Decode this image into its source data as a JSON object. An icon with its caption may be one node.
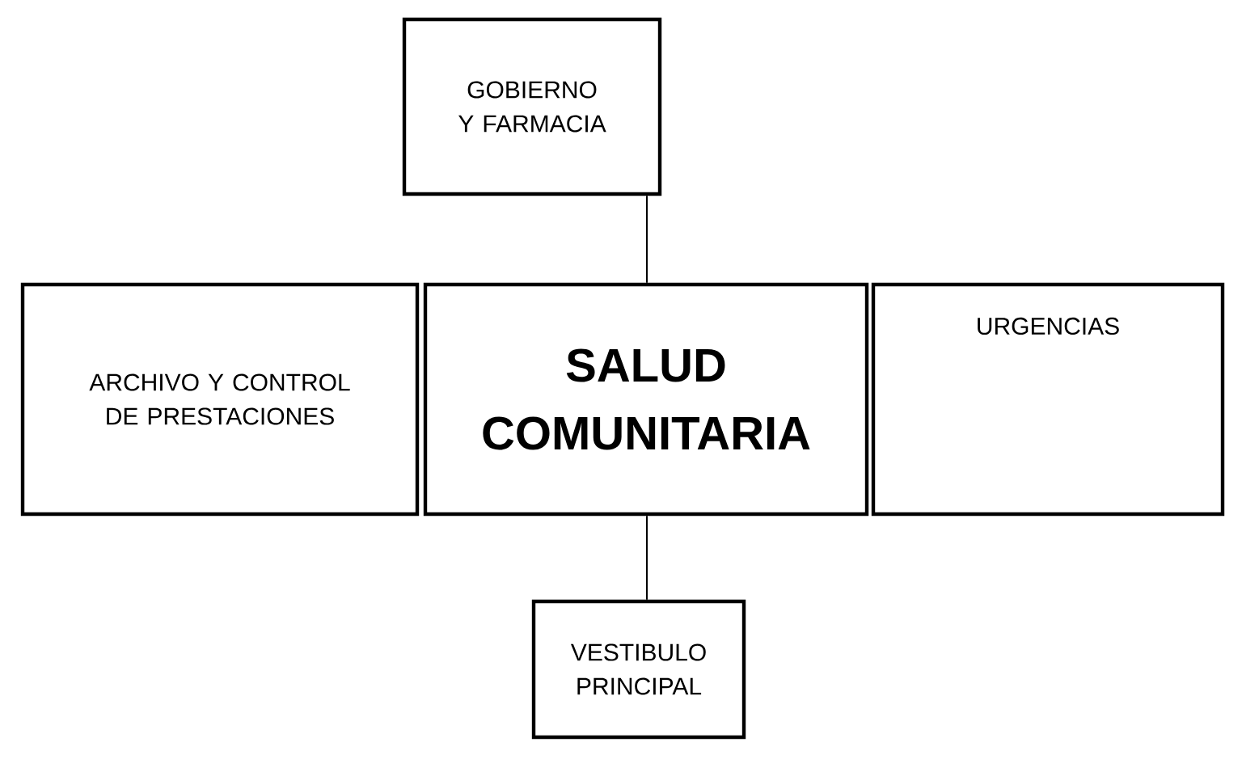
{
  "diagram": {
    "nodes": [
      {
        "text": [
          "GOBIERNO Y FARMACIA"
        ]
      },
      {
        "text": [
          "ARCHIVO Y CONTROL DE PRESTACIONES"
        ]
      },
      {
        "text": [
          "SALUD COMUNITARIA"
        ]
      },
      {
        "text": [
          "URGENCIAS"
        ]
      },
      {
        "text": [
          "VESTIBULO PRINCIPAL"
        ]
      }
    ],
    "edges": [
      {
        "from": 0,
        "to": 2,
        "arrow": "none"
      },
      {
        "from": 2,
        "to": 4,
        "arrow": "none"
      }
    ]
  }
}
